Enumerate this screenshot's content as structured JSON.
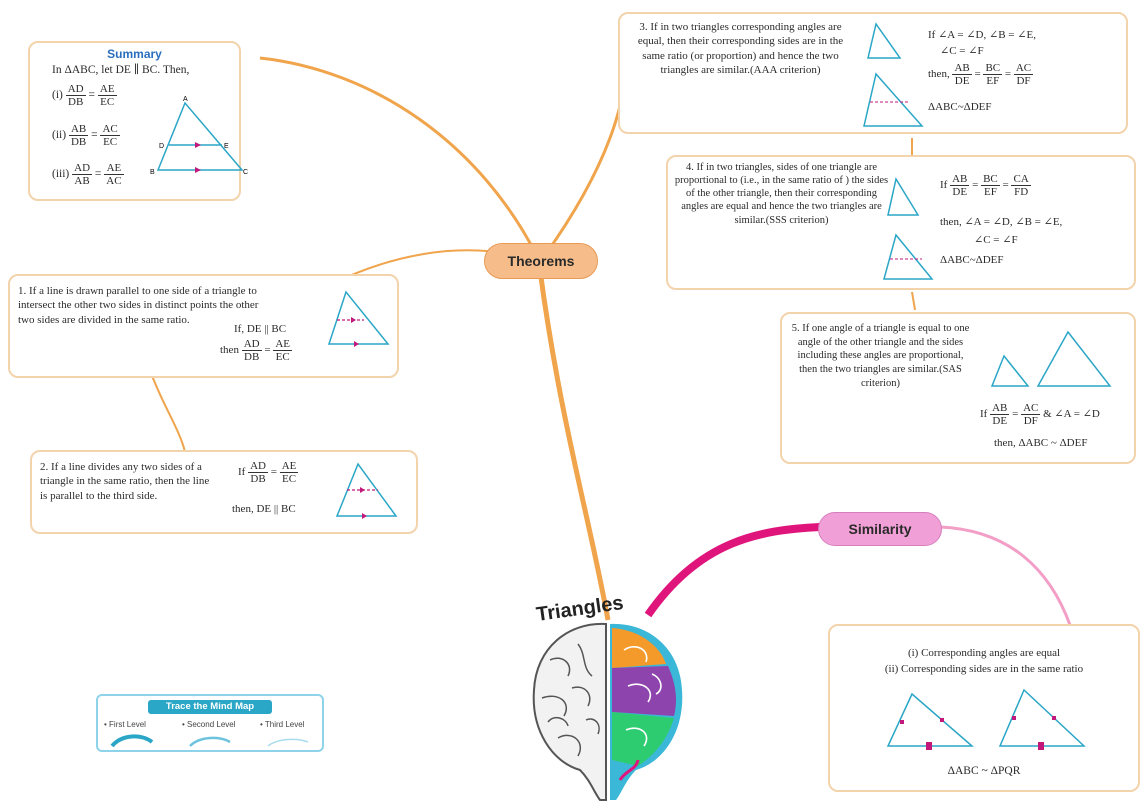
{
  "central": {
    "title": "Triangles"
  },
  "branches": {
    "theorems": "Theorems",
    "similarity": "Similarity"
  },
  "summary": {
    "title": "Summary",
    "intro": "In ΔABC, let DE ∥ BC. Then,",
    "items": [
      {
        "num": "(i)",
        "l_num": "AD",
        "l_den": "DB",
        "r_num": "AE",
        "r_den": "EC"
      },
      {
        "num": "(ii)",
        "l_num": "AB",
        "l_den": "DB",
        "r_num": "AC",
        "r_den": "EC"
      },
      {
        "num": "(iii)",
        "l_num": "AD",
        "l_den": "AB",
        "r_num": "AE",
        "r_den": "AC"
      }
    ],
    "vertices": {
      "a": "A",
      "b": "B",
      "c": "C",
      "d": "D",
      "e": "E"
    }
  },
  "theorem1": {
    "text": "1. If a line is drawn parallel to one side of a triangle to intersect the other two sides in distinct points the other two sides are divided in the same ratio.",
    "cond": "If, DE || BC",
    "then_word": "then",
    "l_num": "AD",
    "l_den": "DB",
    "r_num": "AE",
    "r_den": "EC"
  },
  "theorem2": {
    "text": "2. If a line divides any two sides of a triangle in the same ratio, then the line is parallel to the third side.",
    "if_word": "If",
    "l_num": "AD",
    "l_den": "DB",
    "r_num": "AE",
    "r_den": "EC",
    "then": "then, DE || BC"
  },
  "theorem3": {
    "text": "3. If in two triangles corresponding angles are equal, then their corresponding sides are in the same ratio (or proportion) and hence the two triangles are similar.(AAA criterion)",
    "cond1": "If ∠A = ∠D, ∠B = ∠E,",
    "cond2": "∠C = ∠F",
    "then_word": "then,",
    "f1_num": "AB",
    "f1_den": "DE",
    "f2_num": "BC",
    "f2_den": "EF",
    "f3_num": "AC",
    "f3_den": "DF",
    "result": "ΔABC~ΔDEF"
  },
  "theorem4": {
    "text": "4. If in two triangles, sides of one triangle are proportional to (i.e., in the same ratio of ) the sides of the other triangle, then their corresponding angles are equal and hence the two triangles are similar.(SSS criterion)",
    "if_word": "If",
    "f1_num": "AB",
    "f1_den": "DE",
    "f2_num": "BC",
    "f2_den": "EF",
    "f3_num": "CA",
    "f3_den": "FD",
    "then1": "then, ∠A = ∠D, ∠B = ∠E,",
    "then2": "∠C = ∠F",
    "result": "ΔABC~ΔDEF"
  },
  "theorem5": {
    "text": "5. If one angle of a triangle is equal to one angle of the other triangle and the sides including these angles are proportional, then the two triangles are similar.(SAS criterion)",
    "if_word": "If",
    "f1_num": "AB",
    "f1_den": "DE",
    "f2_num": "AC",
    "f2_den": "DF",
    "angle": "& ∠A = ∠D",
    "result": "then, ΔABC ~ ΔDEF"
  },
  "similarity_box": {
    "line1": "(i) Corresponding angles are equal",
    "line2": "(ii) Corresponding sides are in the same ratio",
    "result": "ΔABC ~ ΔPQR"
  },
  "legend": {
    "title": "Trace the Mind Map",
    "levels": [
      "• First Level",
      "• Second Level",
      "• Third Level"
    ]
  },
  "colors": {
    "branch_orange": "#f0a44b",
    "branch_pink": "#e0157c",
    "box_border": "#f2d3ac",
    "triangle": "#2aa6c6",
    "theorems_pill": "#f6bd8a",
    "similarity_pill": "#f0a0d6"
  }
}
